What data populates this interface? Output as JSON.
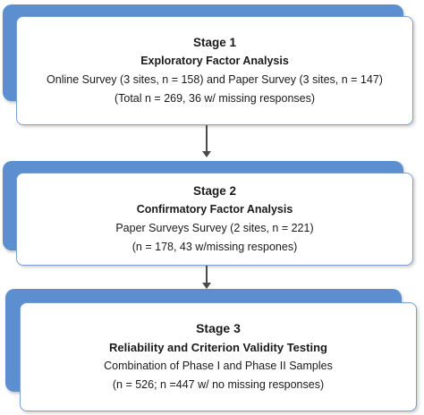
{
  "stages": [
    {
      "title": "Stage 1",
      "subtitle": "Exploratory Factor Analysis",
      "lines": [
        "Online Survey (3 sites, n = 158) and Paper Survey (3 sites, n = 147)",
        "(Total n = 269, 36 w/ missing responses)"
      ]
    },
    {
      "title": "Stage 2",
      "subtitle": "Confirmatory Factor Analysis",
      "lines": [
        "Paper Surveys  Survey (2 sites, n = 221)",
        "(n = 178, 43 w/missing respones)"
      ]
    },
    {
      "title": "Stage 3",
      "subtitle": "Reliability and Criterion Validity Testing",
      "lines": [
        "Combination of Phase I and Phase II Samples",
        "(n = 526; n =447 w/ no missing responses)"
      ]
    }
  ],
  "colors": {
    "accent_shadow": "#5b8fcf",
    "box_border": "#7a9fd0",
    "arrow": "#4a4a4a"
  }
}
